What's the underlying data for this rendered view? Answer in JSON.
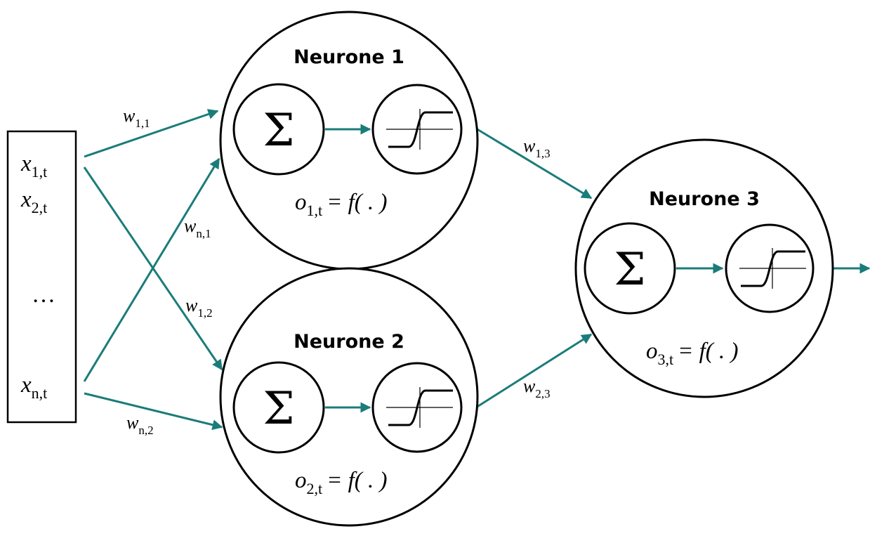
{
  "neurons": [
    {
      "title": "Neurone 1",
      "output_var": "o",
      "output_sub": "1,t",
      "output_rhs": "= f( . )"
    },
    {
      "title": "Neurone 2",
      "output_var": "o",
      "output_sub": "2,t",
      "output_rhs": "= f( . )"
    },
    {
      "title": "Neurone 3",
      "output_var": "o",
      "output_sub": "3,t",
      "output_rhs": "= f( . )"
    }
  ],
  "summation_symbol": "Σ",
  "inputs": [
    {
      "var": "x",
      "sub": "1,t"
    },
    {
      "var": "x",
      "sub": "2,t"
    },
    {
      "var": "x",
      "sub": "n,t"
    }
  ],
  "input_ellipsis": "…",
  "weights": [
    {
      "var": "w",
      "sub": "1,1"
    },
    {
      "var": "w",
      "sub": "n,1"
    },
    {
      "var": "w",
      "sub": "1,2"
    },
    {
      "var": "w",
      "sub": "n,2"
    },
    {
      "var": "w",
      "sub": "1,3"
    },
    {
      "var": "w",
      "sub": "2,3"
    }
  ],
  "colors": {
    "connection": "#1a7c7a",
    "outline": "#000000"
  }
}
